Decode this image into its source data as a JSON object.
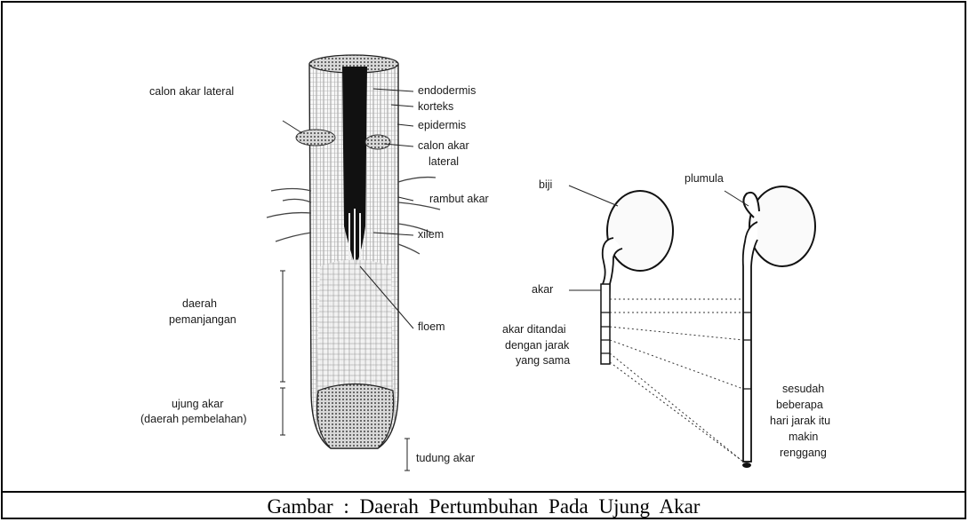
{
  "caption": "Gambar  : Daerah  Pertumbuhan  Pada  Ujung  Akar",
  "root_tip": {
    "labels": {
      "calon_akar_lateral_left": "calon akar lateral",
      "endodermis": "endodermis",
      "korteks": "korteks",
      "epidermis": "epidermis",
      "calon_akar_1": "calon akar",
      "calon_akar_2": "lateral",
      "rambut_akar": "rambut akar",
      "xilem": "xilem",
      "daerah_1": "daerah",
      "daerah_2": "pemanjangan",
      "floem": "floem",
      "ujung_1": "ujung akar",
      "ujung_2": "(daerah pembelahan)",
      "tudung_akar": "tudung akar"
    }
  },
  "seedling": {
    "labels": {
      "biji": "biji",
      "plumula": "plumula",
      "akar": "akar",
      "ditandai_1": "akar ditandai",
      "ditandai_2": "dengan jarak",
      "ditandai_3": "yang sama",
      "sesudah_1": "sesudah",
      "sesudah_2": "beberapa",
      "sesudah_3": "hari jarak itu",
      "sesudah_4": "makin",
      "sesudah_5": "renggang"
    }
  }
}
